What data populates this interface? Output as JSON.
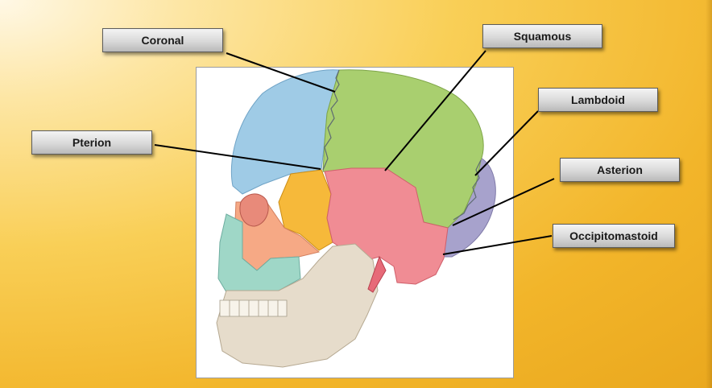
{
  "labels": {
    "coronal": "Coronal",
    "squamous": "Squamous",
    "lambdoid": "Lambdoid",
    "pterion": "Pterion",
    "asterion": "Asterion",
    "occipitomastoid": "Occipitomastoid"
  },
  "colors": {
    "frontal": "#9fcbe6",
    "parietal": "#a9cf6f",
    "occipital": "#a7a2cc",
    "sphenoid": "#f6b93a",
    "temporal": "#f08c94",
    "zygomatic": "#f6a985",
    "maxilla": "#9fd7c7",
    "mandible": "#e6dccb",
    "leader_line": "#000000"
  }
}
